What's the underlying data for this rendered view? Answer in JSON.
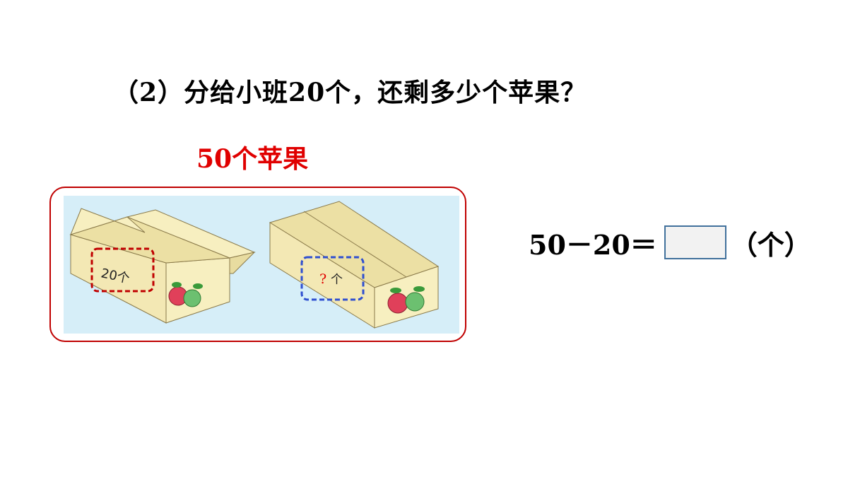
{
  "question": "（2）分给小班20个，还剩多少个苹果？",
  "caption": "50个苹果",
  "left_box_label": "20个",
  "right_box_label_mark": "?",
  "right_box_label_unit": "个",
  "equation": {
    "expression": "50－20＝",
    "answer": "",
    "unit": "（个）"
  },
  "colors": {
    "caption": "#e00000",
    "frame": "#c00000",
    "illustration_bg": "#d6eef8",
    "box_face": "#f7efc0",
    "left_label_border": "#c00000",
    "right_label_border": "#2f4fd0",
    "question_mark": "#e00000",
    "answer_box_border": "#41719c",
    "answer_box_fill": "#f2f2f2"
  }
}
